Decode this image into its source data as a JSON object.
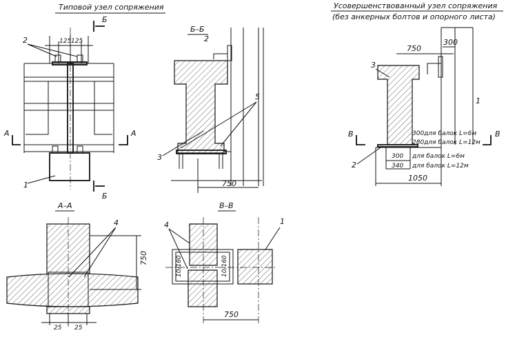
{
  "views": {
    "typical": {
      "title": "Типовой узел сопряжения",
      "section_mark": "Б",
      "section_mark_bottom": "Б",
      "cut_left": "А",
      "cut_right": "А",
      "dims": [
        "125",
        "125"
      ],
      "labels": [
        "2",
        "1"
      ]
    },
    "section_bb": {
      "title": "Б–Б",
      "dim": "750",
      "labels": [
        "2",
        "3",
        "5"
      ]
    },
    "improved": {
      "title": "Усовершенствованный узел сопряжения",
      "subtitle": "(без анкерных болтов и опорного листа)",
      "dims": {
        "top": "750",
        "side": "300",
        "total": "1050"
      },
      "notes": [
        "300для балок L=6м",
        "280для балок L=12м",
        "300",
        "для балок L=6м",
        "340",
        "для балок L=12м"
      ],
      "cut_left": "В",
      "cut_right": "В",
      "labels": [
        "3",
        "1",
        "2"
      ]
    },
    "section_aa": {
      "title": "А–А",
      "dim_vertical": "750",
      "dims": [
        "25",
        "25"
      ],
      "label": "4"
    },
    "section_vv": {
      "title": "В–В",
      "dim": "750",
      "plate_left": "10/160",
      "plate_right": "10/160",
      "labels": [
        "4",
        "1"
      ]
    }
  }
}
